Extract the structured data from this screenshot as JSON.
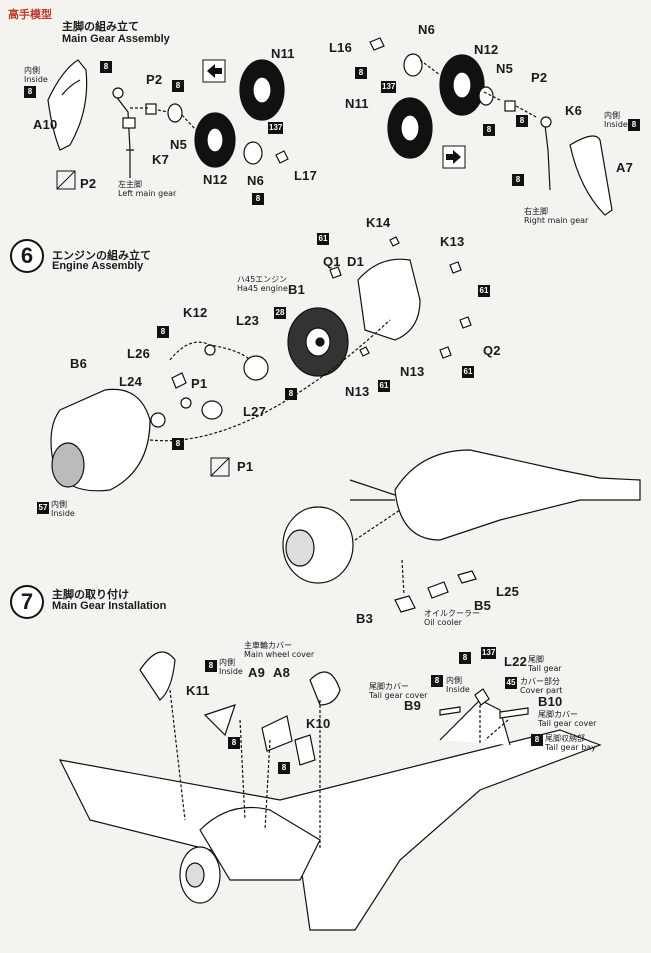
{
  "watermark": "高手模型",
  "step5": {
    "title_jp": "主脚の組み立て",
    "title_en": "Main Gear Assembly",
    "inside_jp": "内側",
    "inside_en": "Inside",
    "left_jp": "左主脚",
    "left_en": "Left main gear",
    "right_jp": "右主脚",
    "right_en": "Right main gear",
    "parts": {
      "A10": "A10",
      "P2a": "P2",
      "N5a": "N5",
      "K7": "K7",
      "N11a": "N11",
      "N12a": "N12",
      "N6a": "N6",
      "L17": "L17",
      "P2cut": "P2",
      "L16": "L16",
      "N6b": "N6",
      "N12b": "N12",
      "N5b": "N5",
      "P2b": "P2",
      "N11b": "N11",
      "K6": "K6",
      "A7": "A7"
    }
  },
  "step6": {
    "number": "6",
    "title_jp": "エンジンの組み立て",
    "title_en": "Engine Assembly",
    "engine_jp": "ハ45エンジン",
    "engine_en": "Ha45 engine",
    "inside_jp": "内側",
    "inside_en": "Inside",
    "parts": {
      "K14": "K14",
      "Q1": "Q1",
      "D1": "D1",
      "K13": "K13",
      "B1": "B1",
      "K12": "K12",
      "L23": "L23",
      "L26": "L26",
      "Q2": "Q2",
      "B6": "B6",
      "L24": "L24",
      "P1a": "P1",
      "N13a": "N13",
      "N13b": "N13",
      "L27": "L27",
      "P1cut": "P1"
    }
  },
  "assembly_mid": {
    "oil_jp": "オイルクーラー",
    "oil_en": "Oil cooler",
    "parts": {
      "L25": "L25",
      "B3": "B3",
      "B5": "B5"
    }
  },
  "step7": {
    "number": "7",
    "title_jp": "主脚の取り付け",
    "title_en": "Main Gear Installation",
    "main_cover_jp": "主車輪カバー",
    "main_cover_en": "Main wheel cover",
    "inside_jp": "内側",
    "inside_en": "Inside",
    "tail_gear_jp": "尾脚",
    "tail_gear_en": "Tail gear",
    "cover_part_jp": "カバー部分",
    "cover_part_en": "Cover part",
    "tail_cover_jp": "尾脚カバー",
    "tail_cover_en": "Tail gear cover",
    "tail_bay_jp": "尾脚収納部",
    "tail_bay_en": "Tail gear bay",
    "parts": {
      "K11": "K11",
      "A9": "A9",
      "A8": "A8",
      "K10": "K10",
      "L22": "L22",
      "B9": "B9",
      "B10": "B10"
    }
  },
  "paint_codes": {
    "c8": "8",
    "c137": "137",
    "c61": "61",
    "c28": "28",
    "c57": "57",
    "c45": "45"
  }
}
